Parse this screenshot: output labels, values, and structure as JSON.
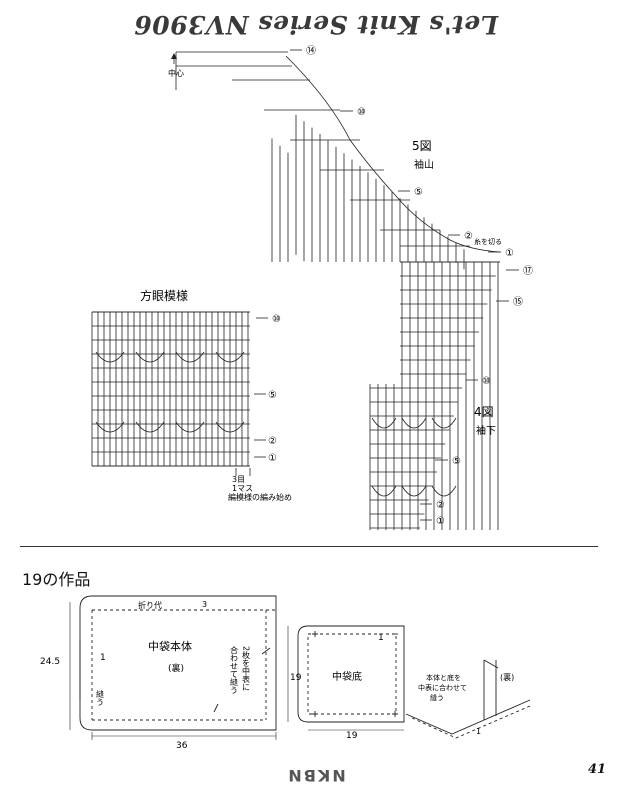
{
  "header": {
    "series_title": "Let's Knit Series NV3906"
  },
  "page": {
    "number": "41",
    "logo": "NKBN"
  },
  "pattern_chart": {
    "title": "方眼模様",
    "row_labels": [
      "⑩",
      "⑤",
      "②",
      "①"
    ],
    "note_line1": "3目",
    "note_line2": "1マス",
    "note_line3": "編模様の編み始め"
  },
  "sleeve_cap_chart": {
    "figure": "5図",
    "name": "袖山",
    "center": "中心",
    "cut_note": "糸を切る",
    "row_labels": [
      "⑭",
      "⑩",
      "⑤",
      "②",
      "①"
    ]
  },
  "sleeve_chart": {
    "figure": "4図",
    "name": "袖下",
    "row_labels": [
      "⑰",
      "⑮",
      "⑩",
      "⑤",
      "②",
      "①"
    ]
  },
  "section": {
    "title": "19の作品"
  },
  "bag_body": {
    "fold_label": "折り代",
    "fold_num": "3",
    "label": "中袋本体",
    "sub": "(裏)",
    "height": "24.5",
    "width": "36",
    "seam_num": "1",
    "left_note": "縫う",
    "right_note_a": "2枚を中表に",
    "right_note_b": "合わせて縫う"
  },
  "bag_bottom": {
    "label": "中袋底",
    "height": "19",
    "width": "19",
    "seam_num": "1"
  },
  "assembly": {
    "note_a": "本体と底を",
    "note_b": "中表に合わせて",
    "note_c": "縫う",
    "sub": "(裏)",
    "seam_num": "1"
  }
}
